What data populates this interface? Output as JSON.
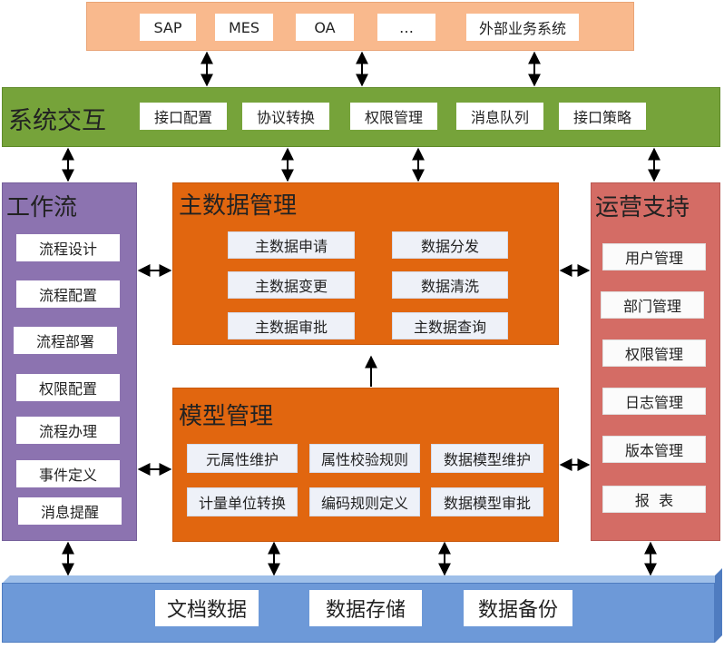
{
  "external": {
    "items": [
      "SAP",
      "MES",
      "OA",
      "…",
      "外部业务系统"
    ],
    "color": "#f9b98d"
  },
  "interaction": {
    "title": "系统交互",
    "items": [
      "接口配置",
      "协议转换",
      "权限管理",
      "消息队列",
      "接口策略"
    ],
    "color": "#76a33a"
  },
  "workflow": {
    "title": "工作流",
    "items": [
      "流程设计",
      "流程配置",
      "流程部署",
      "权限配置",
      "流程办理",
      "事件定义",
      "消息提醒"
    ],
    "color": "#8c73b0"
  },
  "master_data": {
    "title": "主数据管理",
    "items": [
      "主数据申请",
      "数据分发",
      "主数据变更",
      "数据清洗",
      "主数据审批",
      "主数据查询"
    ],
    "color": "#e1660f"
  },
  "model": {
    "title": "模型管理",
    "items": [
      "元属性维护",
      "属性校验规则",
      "数据模型维护",
      "计量单位转换",
      "编码规则定义",
      "数据模型审批"
    ],
    "color": "#e1660f"
  },
  "operations": {
    "title": "运营支持",
    "items": [
      "用户管理",
      "部门管理",
      "权限管理",
      "日志管理",
      "版本管理",
      "报  表"
    ],
    "color": "#d46c65"
  },
  "storage": {
    "items": [
      "文档数据",
      "数据存储",
      "数据备份"
    ],
    "color": "#6d99d8"
  }
}
